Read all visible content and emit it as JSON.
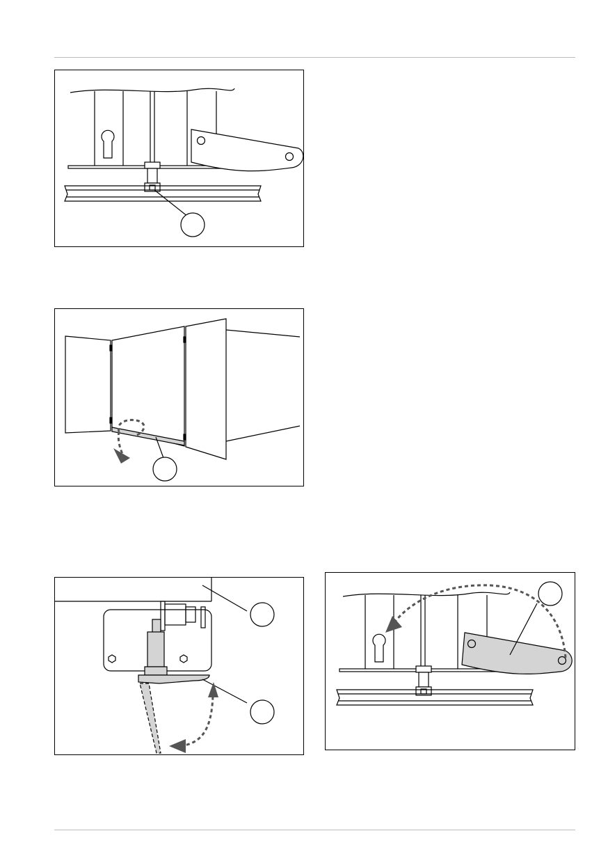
{
  "page": {
    "header_rule": "",
    "footer_rule": ""
  },
  "figures": [
    {
      "id": "fig-1",
      "callouts": [
        ""
      ]
    },
    {
      "id": "fig-2",
      "callouts": [
        ""
      ]
    },
    {
      "id": "fig-3",
      "callouts": [
        "",
        ""
      ]
    },
    {
      "id": "fig-4",
      "callouts": [
        ""
      ]
    }
  ],
  "colors": {
    "line": "#000000",
    "rule": "#bdbdbd",
    "shade": "#d4d4d4",
    "arrow": "#555555"
  }
}
